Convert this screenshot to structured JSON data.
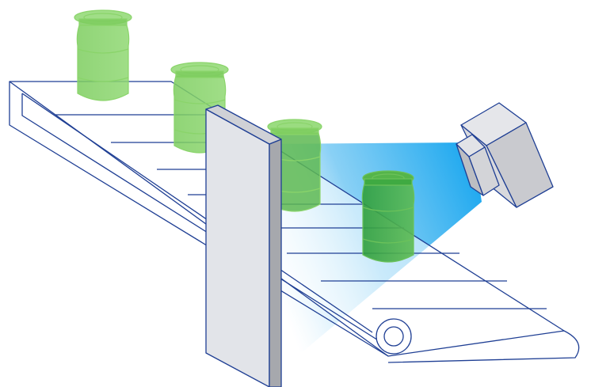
{
  "diagram": {
    "subject": "conveyor-inspection-camera",
    "components": [
      {
        "name": "conveyor-belt",
        "icon": "conveyor-belt-icon"
      },
      {
        "name": "jar",
        "count": 4,
        "icon": "jar-icon"
      },
      {
        "name": "partition-panel",
        "icon": "panel-icon"
      },
      {
        "name": "vision-sensor",
        "icon": "camera-icon"
      },
      {
        "name": "light-beam",
        "icon": "beam-icon"
      }
    ],
    "colors": {
      "outline": "#1f3f94",
      "jar_fill_light": "#7ccd5e",
      "jar_fill_dark": "#2e9e3c",
      "jar_outline": "#8ad46a",
      "beam_start": "#1aa7ef",
      "beam_end": "#ffffff",
      "panel_face": "#e2e4e9",
      "panel_side": "#a6a8ad",
      "camera_top": "#e5e6ea",
      "camera_side": "#bdbec2",
      "camera_face": "#d3d4d8"
    }
  }
}
